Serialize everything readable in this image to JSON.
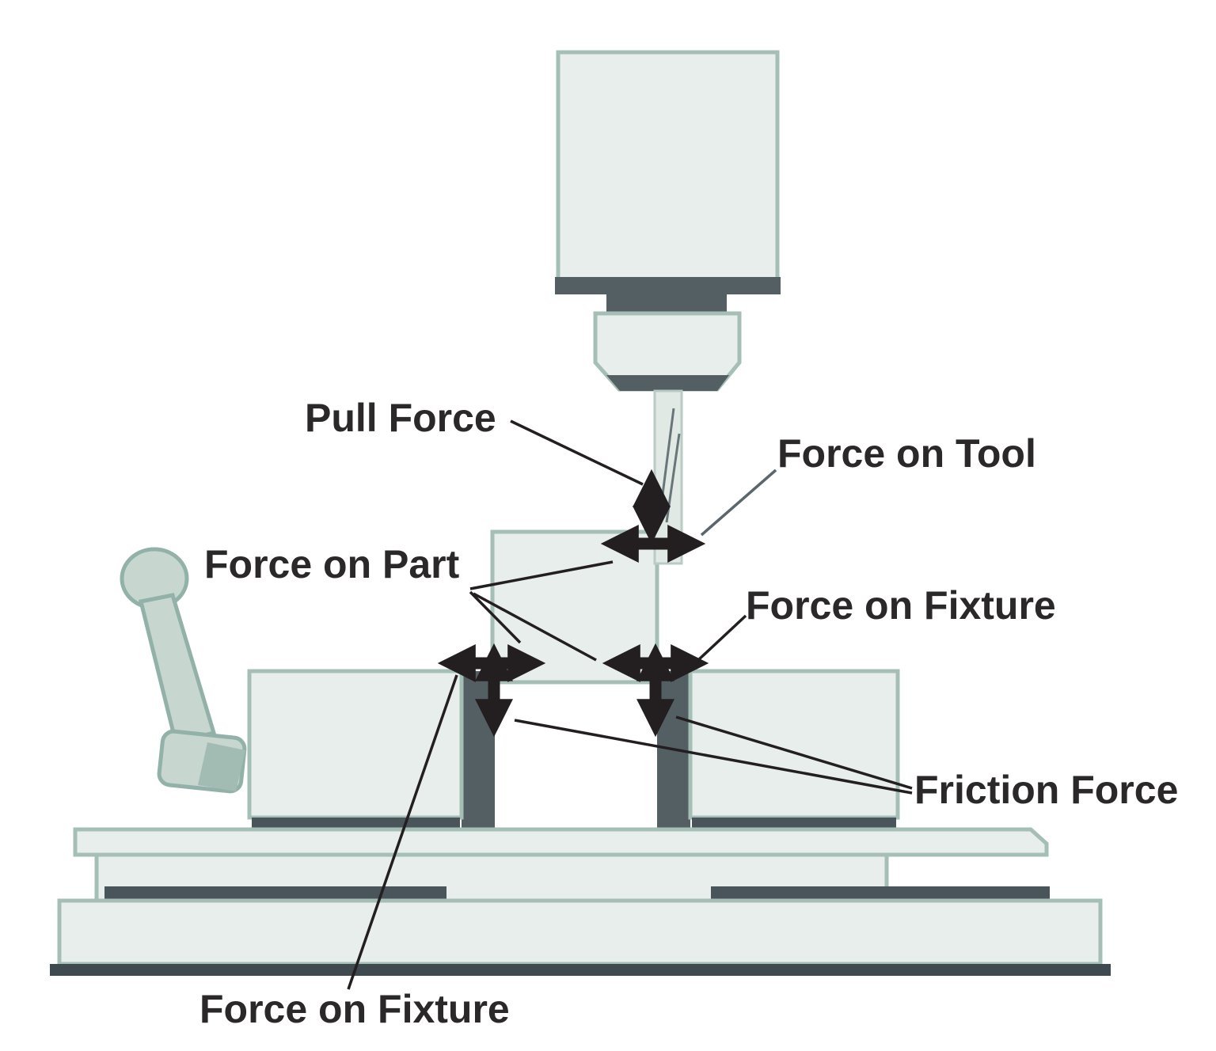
{
  "diagram": {
    "subject": "milling-machine-workholding-forces",
    "labels": {
      "pull_force": "Pull Force",
      "force_on_tool": "Force on Tool",
      "force_on_part": "Force on Part",
      "force_on_fixture_right": "Force on Fixture",
      "friction_force": "Friction Force",
      "force_on_fixture_bottom": "Force on Fixture"
    },
    "colors": {
      "background": "#ffffff",
      "machine_fill": "#e8eeeb",
      "machine_outline": "#a5bfb6",
      "tool_fill": "#e1e9e5",
      "dark_metal": "#545f64",
      "darker_metal": "#4a555b",
      "darkest_metal": "#3f4a50",
      "handle_fill": "#c7d7d0",
      "handle_outline": "#92b1a8",
      "arrow_black": "#231f20",
      "label_text": "#2b2829"
    }
  }
}
